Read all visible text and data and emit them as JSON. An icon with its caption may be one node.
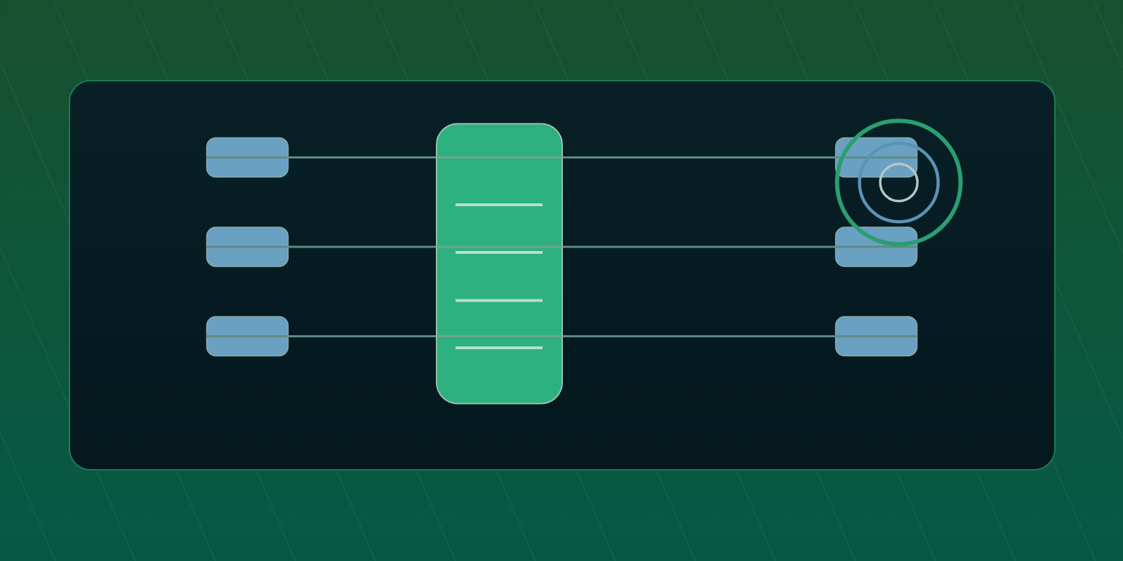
{
  "diagram": {
    "nodes": [
      {
        "text": [],
        "shape": "box"
      },
      {
        "text": [],
        "shape": "box"
      },
      {
        "text": [],
        "shape": "box"
      },
      {
        "text": [],
        "shape": "box"
      },
      {
        "text": [],
        "shape": "box"
      },
      {
        "text": [],
        "shape": "box"
      },
      {
        "text": [],
        "shape": "box"
      }
    ],
    "edges": [
      {
        "from": 0,
        "to": 3,
        "arrow": "none"
      },
      {
        "from": 3,
        "to": 4,
        "arrow": "none"
      },
      {
        "from": 1,
        "to": 3,
        "arrow": "none"
      },
      {
        "from": 3,
        "to": 5,
        "arrow": "none"
      },
      {
        "from": 2,
        "to": 3,
        "arrow": "none"
      },
      {
        "from": 3,
        "to": 6,
        "arrow": "none"
      }
    ]
  }
}
